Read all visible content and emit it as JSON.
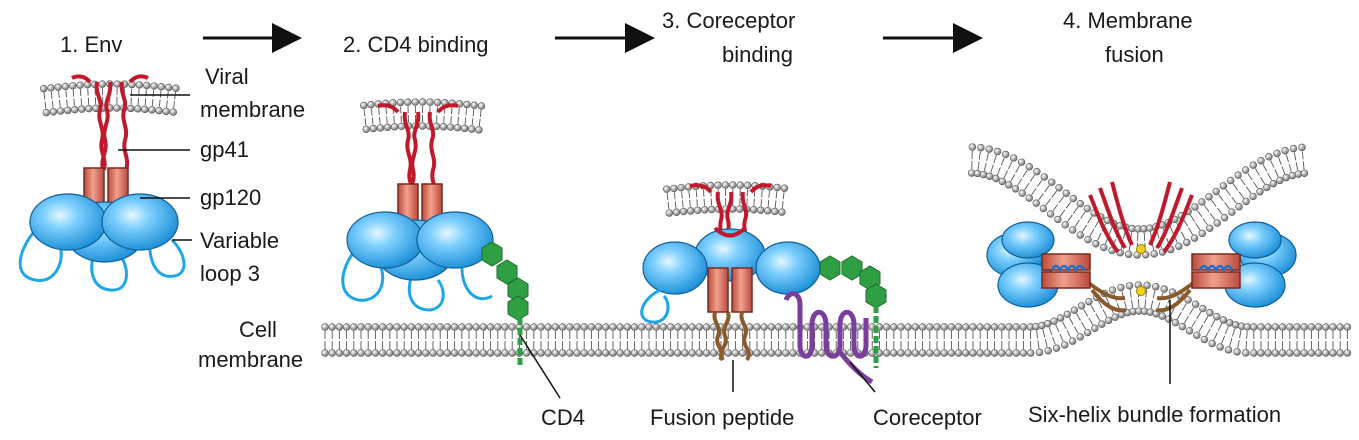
{
  "steps": {
    "s1": "1. Env",
    "s2": "2. CD4 binding",
    "s3_line1": "3. Coreceptor",
    "s3_line2": "binding",
    "s4_line1": "4. Membrane",
    "s4_line2": "fusion"
  },
  "labels": {
    "viral_line1": "Viral",
    "viral_line2": "membrane",
    "gp41": "gp41",
    "gp120": "gp120",
    "variable_line1": "Variable",
    "variable_line2": "loop 3",
    "cell_line1": "Cell",
    "cell_line2": "membrane",
    "cd4": "CD4",
    "fusion_peptide": "Fusion peptide",
    "coreceptor": "Coreceptor",
    "six_helix": "Six-helix bundle formation"
  },
  "colors": {
    "gp41": "#c0192c",
    "gp120": "#1e9fe0",
    "gp120_light": "#8fd6ff",
    "helix_box": "#d9705c",
    "cd4": "#2ea043",
    "coreceptor": "#7a3e9d",
    "fusion_peptide": "#8a5a2b",
    "lipid_head": "#8c8c8c",
    "arrow": "#111111",
    "lipid_join": "#f2d21b"
  }
}
